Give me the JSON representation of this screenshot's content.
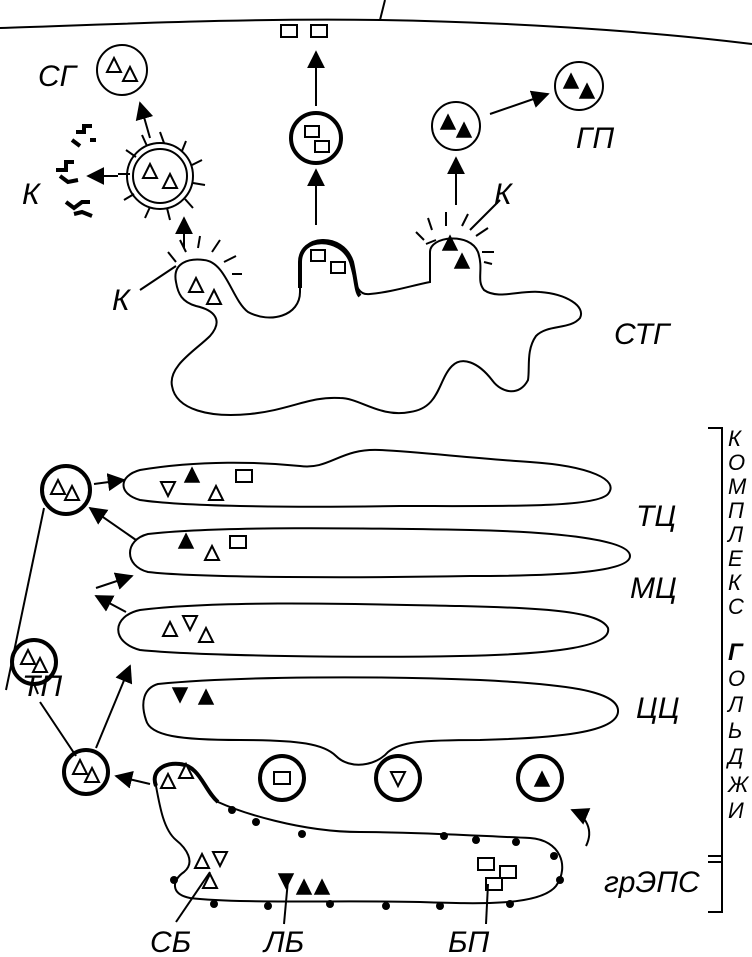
{
  "labels": {
    "sg": "СГ",
    "k1": "К",
    "k2": "К",
    "k3": "К",
    "gp": "ГП",
    "stg": "СТГ",
    "tc": "ТЦ",
    "mc": "МЦ",
    "cc": "ЦЦ",
    "tp": "ТП",
    "grEPS": "грЭПС",
    "sb": "СБ",
    "lb": "ЛБ",
    "bp": "БП"
  },
  "golgi_vertical": {
    "word1": [
      "К",
      "О",
      "М",
      "П",
      "Л",
      "Е",
      "К",
      "С"
    ],
    "word2": [
      "Г",
      "О",
      "Л",
      "Ь",
      "Д",
      "Ж",
      "И"
    ]
  }
}
